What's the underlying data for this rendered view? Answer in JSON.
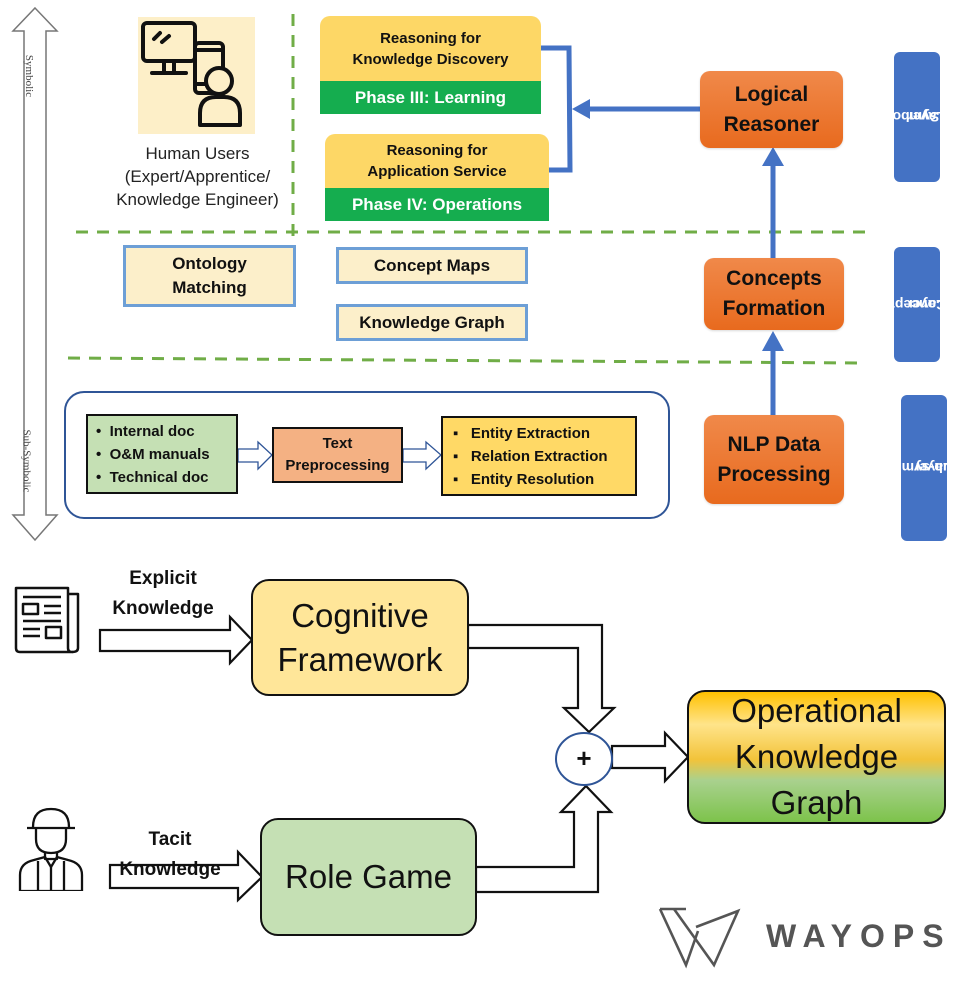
{
  "axis": {
    "top_label": "Symbolic",
    "bottom_label": "Sub-Symbolic"
  },
  "human_users": {
    "icon": "computer-user-icon",
    "line1": "Human Users",
    "line2": "(Expert/Apprentice/",
    "line3": "Knowledge Engineer)"
  },
  "phases": [
    {
      "title_line1": "Reasoning for",
      "title_line2": "Knowledge Discovery",
      "phase": "Phase III:   Learning"
    },
    {
      "title_line1": "Reasoning for",
      "title_line2": "Application Service",
      "phase": "Phase IV:  Operations"
    }
  ],
  "pipeline": {
    "logical_reasoner": {
      "line1": "Logical",
      "line2": "Reasoner"
    },
    "concepts_formation": {
      "line1": "Concepts",
      "line2": "Formation"
    },
    "nlp_processing": {
      "line1": "NLP Data",
      "line2": "Processing"
    }
  },
  "layers": [
    {
      "line1": "Symbolic",
      "line2": "Layer"
    },
    {
      "line1": "Conceptual",
      "line2": "Layer"
    },
    {
      "line1": "Sub-symbolic",
      "line2": "Layer"
    }
  ],
  "conceptual": {
    "ontology": {
      "line1": "Ontology",
      "line2": "Matching"
    },
    "concept_maps": "Concept Maps",
    "knowledge_graph": "Knowledge Graph"
  },
  "subsymbolic": {
    "sources": [
      "Internal doc",
      "O&M manuals",
      "Technical doc"
    ],
    "preprocessing": {
      "line1": "Text",
      "line2": "Preprocessing"
    },
    "outputs": [
      "Entity Extraction",
      "Relation Extraction",
      "Entity Resolution"
    ]
  },
  "bottom": {
    "explicit": {
      "line1": "Explicit",
      "line2": "Knowledge",
      "icon": "newspaper-icon"
    },
    "tacit": {
      "line1": "Tacit",
      "line2": "Knowledge",
      "icon": "worker-icon"
    },
    "cognitive": {
      "line1": "Cognitive",
      "line2": "Framework"
    },
    "role_game": "Role Game",
    "combine_symbol": "+",
    "result": {
      "line1": "Operational",
      "line2": "Knowledge",
      "line3": "Graph"
    }
  },
  "brand": {
    "name": "WAYOPS",
    "icon": "wayops-logo-icon"
  },
  "colors": {
    "dashed_green": "#70ad47",
    "arrow_blue": "#4472c4",
    "orange": "#ed7d31",
    "phase_green": "#15ad4f",
    "reason_yellow": "#fdd766"
  }
}
